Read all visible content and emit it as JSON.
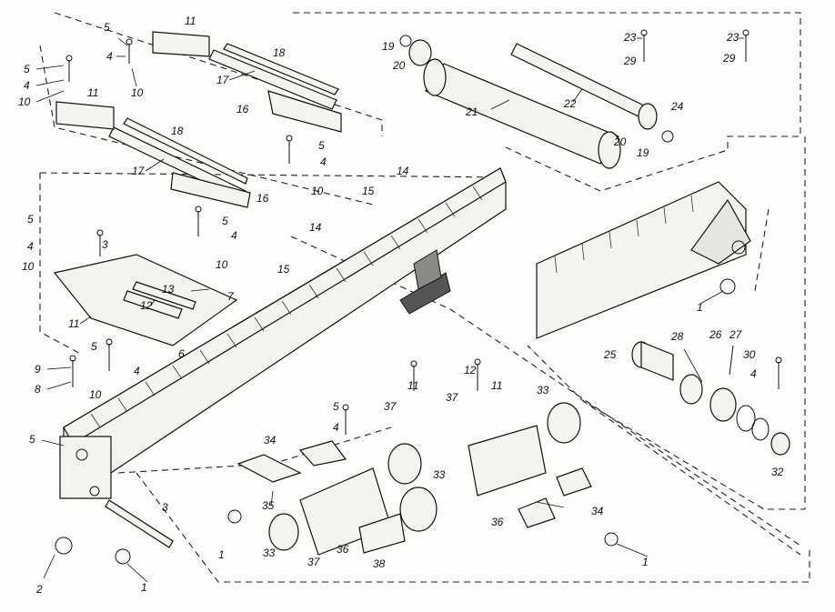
{
  "diagram": {
    "callouts": [
      {
        "id": "c1",
        "text": "5"
      },
      {
        "id": "c2",
        "text": "4"
      },
      {
        "id": "c3",
        "text": "10"
      },
      {
        "id": "c4",
        "text": "5"
      },
      {
        "id": "c5",
        "text": "4"
      },
      {
        "id": "c6",
        "text": "10"
      },
      {
        "id": "c7",
        "text": "11"
      },
      {
        "id": "c8",
        "text": "18"
      },
      {
        "id": "c9",
        "text": "17"
      },
      {
        "id": "c10",
        "text": "16"
      },
      {
        "id": "c11",
        "text": "11"
      },
      {
        "id": "c12",
        "text": "18"
      },
      {
        "id": "c13",
        "text": "17"
      },
      {
        "id": "c14",
        "text": "16"
      },
      {
        "id": "c15",
        "text": "5"
      },
      {
        "id": "c16",
        "text": "4"
      },
      {
        "id": "c17",
        "text": "10"
      },
      {
        "id": "c18",
        "text": "14"
      },
      {
        "id": "c19",
        "text": "15"
      },
      {
        "id": "c20",
        "text": "5"
      },
      {
        "id": "c21",
        "text": "4"
      },
      {
        "id": "c22",
        "text": "10"
      },
      {
        "id": "c23",
        "text": "14"
      },
      {
        "id": "c24",
        "text": "15"
      },
      {
        "id": "c25",
        "text": "19"
      },
      {
        "id": "c26",
        "text": "20"
      },
      {
        "id": "c27",
        "text": "21"
      },
      {
        "id": "c28",
        "text": "22"
      },
      {
        "id": "c29",
        "text": "20"
      },
      {
        "id": "c30",
        "text": "19"
      },
      {
        "id": "c31",
        "text": "23"
      },
      {
        "id": "c32",
        "text": "29"
      },
      {
        "id": "c33",
        "text": "24"
      },
      {
        "id": "c34",
        "text": "23"
      },
      {
        "id": "c35",
        "text": "29"
      },
      {
        "id": "c36",
        "text": "5"
      },
      {
        "id": "c37",
        "text": "4"
      },
      {
        "id": "c38",
        "text": "10"
      },
      {
        "id": "c39",
        "text": "3"
      },
      {
        "id": "c40",
        "text": "13"
      },
      {
        "id": "c41",
        "text": "12"
      },
      {
        "id": "c42",
        "text": "7"
      },
      {
        "id": "c43",
        "text": "11"
      },
      {
        "id": "c44",
        "text": "6"
      },
      {
        "id": "c45",
        "text": "5"
      },
      {
        "id": "c46",
        "text": "4"
      },
      {
        "id": "c47",
        "text": "9"
      },
      {
        "id": "c48",
        "text": "8"
      },
      {
        "id": "c49",
        "text": "10"
      },
      {
        "id": "c50",
        "text": "5"
      },
      {
        "id": "c51",
        "text": "2"
      },
      {
        "id": "c52",
        "text": "3"
      },
      {
        "id": "c53",
        "text": "1"
      },
      {
        "id": "c54",
        "text": "1"
      },
      {
        "id": "c55",
        "text": "25"
      },
      {
        "id": "c56",
        "text": "28"
      },
      {
        "id": "c57",
        "text": "26"
      },
      {
        "id": "c58",
        "text": "27"
      },
      {
        "id": "c59",
        "text": "30"
      },
      {
        "id": "c60",
        "text": "4"
      },
      {
        "id": "c61",
        "text": "32"
      },
      {
        "id": "c62",
        "text": "5"
      },
      {
        "id": "c63",
        "text": "4"
      },
      {
        "id": "c64",
        "text": "37"
      },
      {
        "id": "c65",
        "text": "11"
      },
      {
        "id": "c66",
        "text": "12"
      },
      {
        "id": "c67",
        "text": "11"
      },
      {
        "id": "c68",
        "text": "37"
      },
      {
        "id": "c69",
        "text": "33"
      },
      {
        "id": "c70",
        "text": "34"
      },
      {
        "id": "c71",
        "text": "35"
      },
      {
        "id": "c72",
        "text": "1"
      },
      {
        "id": "c73",
        "text": "33"
      },
      {
        "id": "c74",
        "text": "37"
      },
      {
        "id": "c75",
        "text": "36"
      },
      {
        "id": "c76",
        "text": "38"
      },
      {
        "id": "c77",
        "text": "33"
      },
      {
        "id": "c78",
        "text": "36"
      },
      {
        "id": "c79",
        "text": "34"
      },
      {
        "id": "c80",
        "text": "1"
      }
    ]
  }
}
